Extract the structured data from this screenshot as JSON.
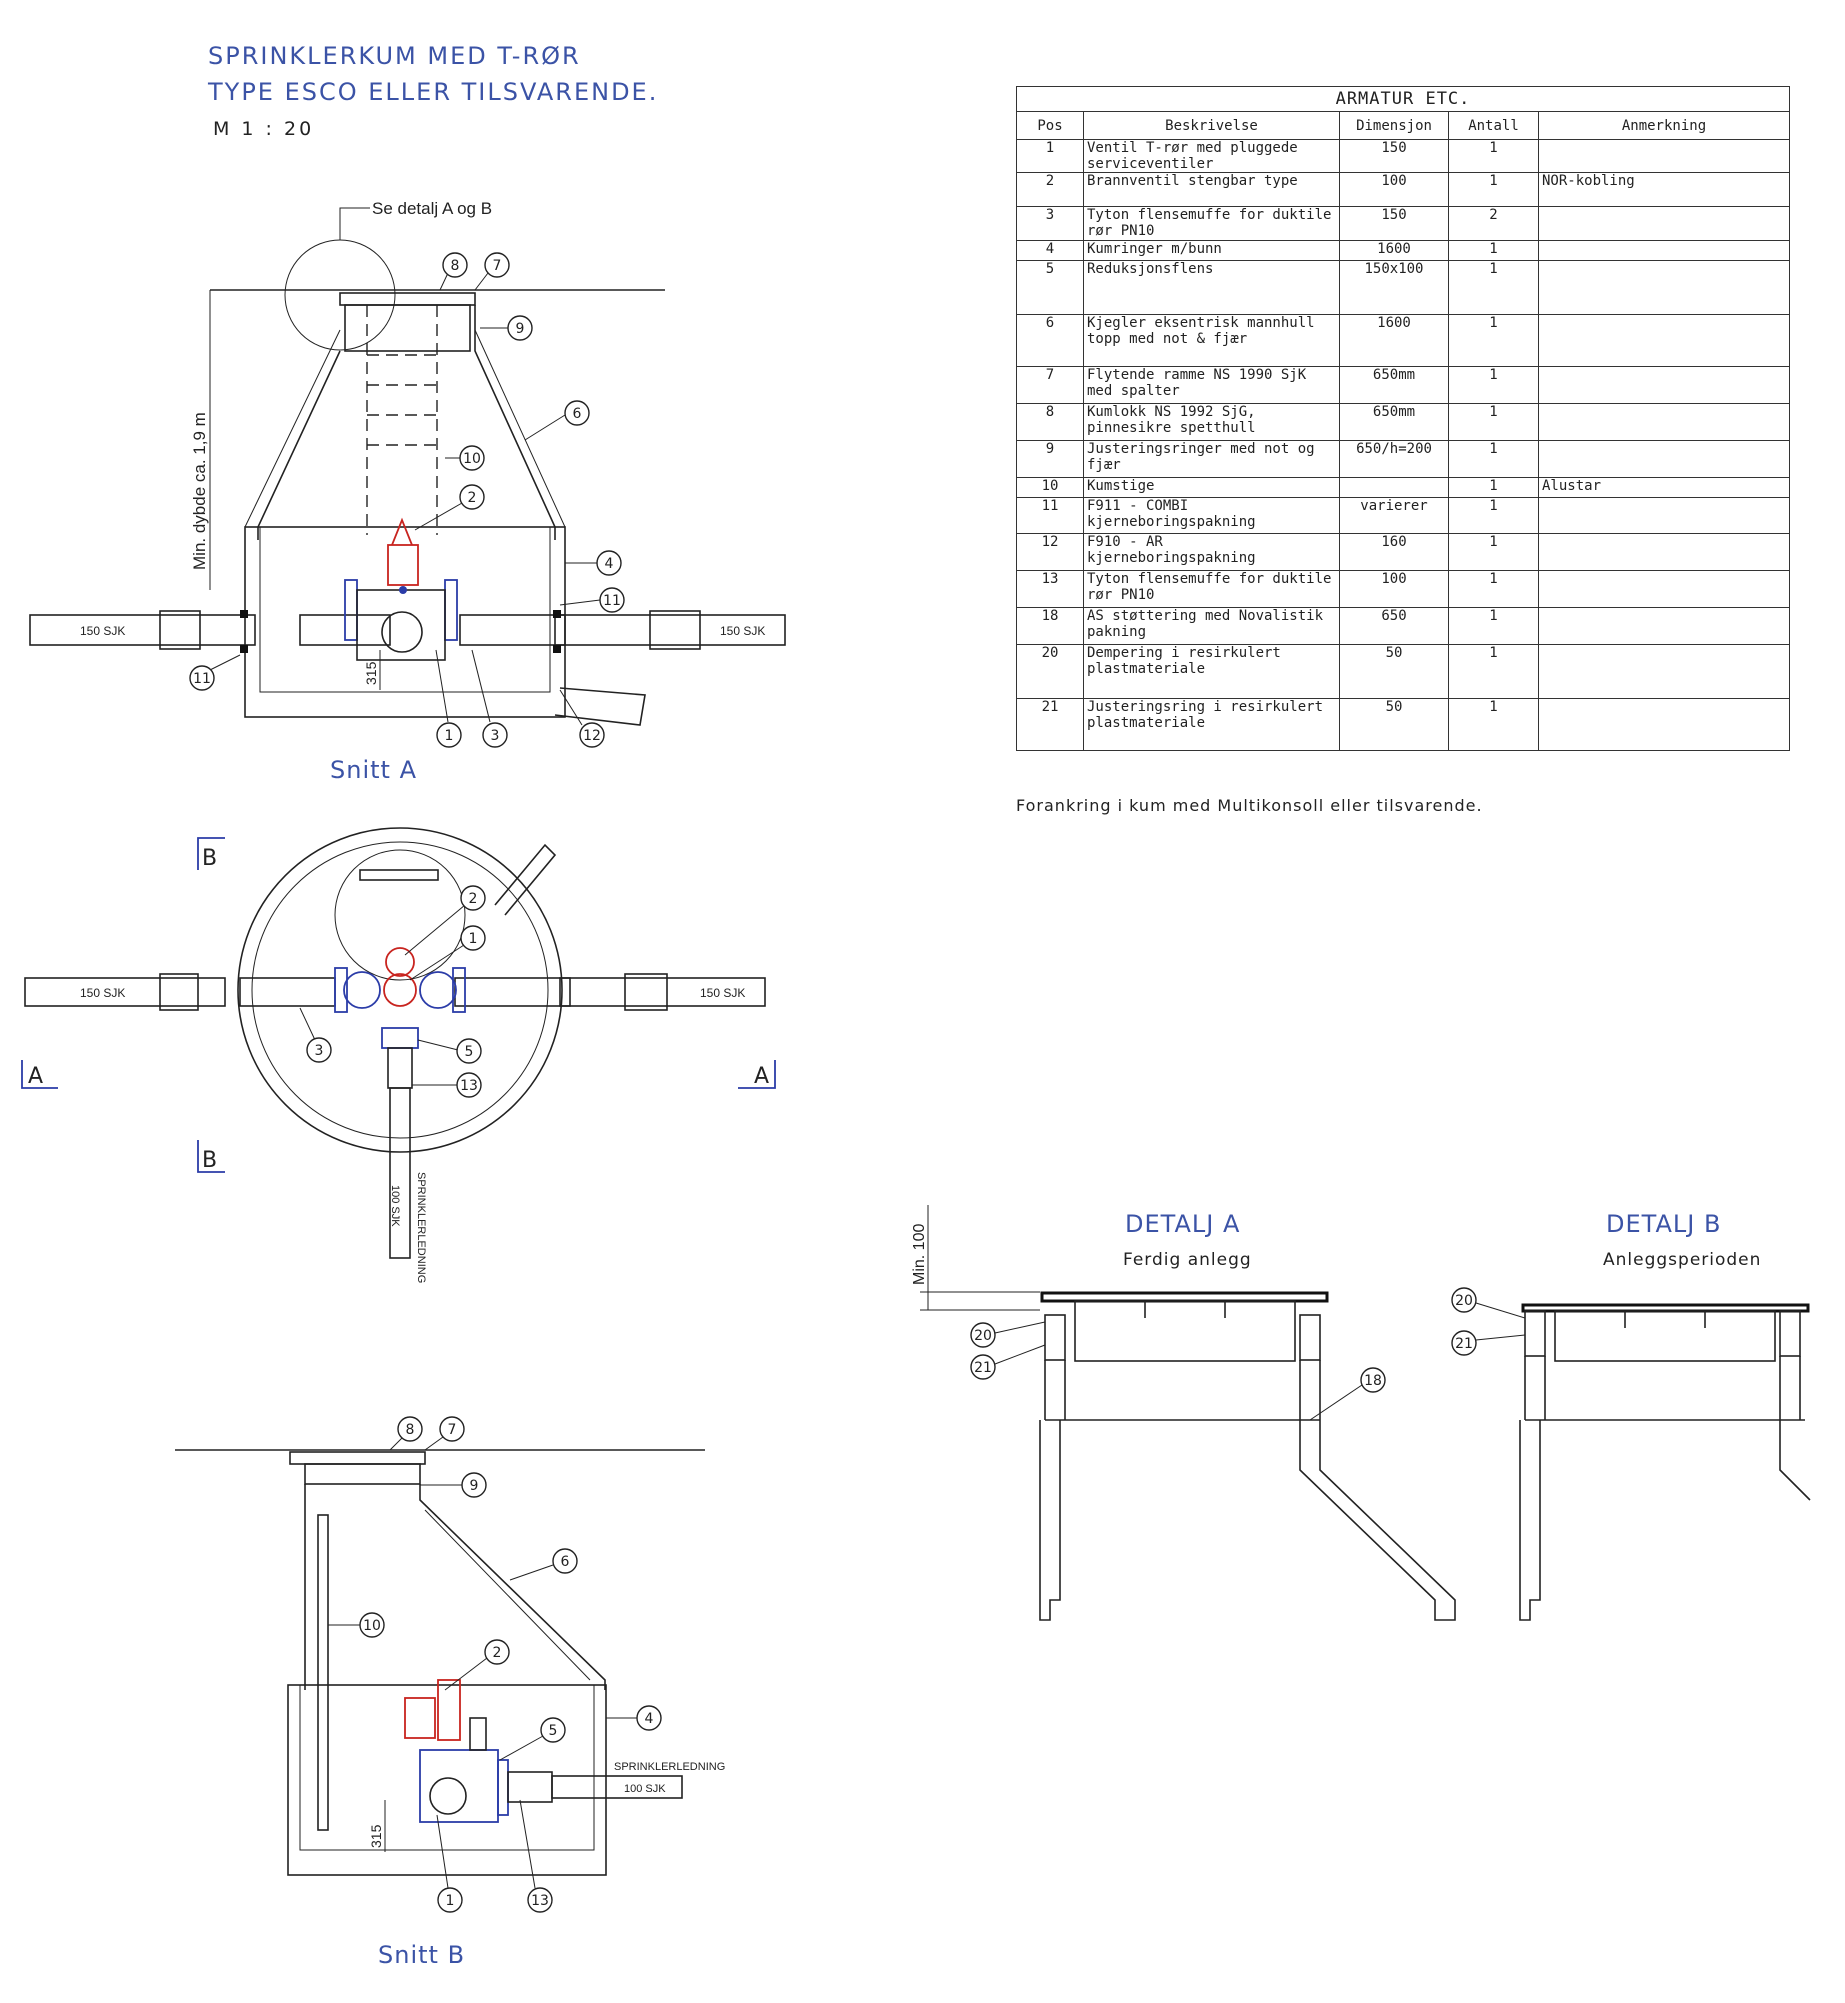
{
  "title": {
    "line1": "SPRINKLERKUM MED T-RØR",
    "line2": "TYPE ESCO ELLER TILSVARENDE.",
    "scale": "M 1 : 20"
  },
  "table": {
    "caption": "ARMATUR ETC.",
    "headers": [
      "Pos",
      "Beskrivelse",
      "Dimensjon",
      "Antall",
      "Anmerkning"
    ],
    "rows": [
      {
        "pos": "1",
        "desc": "Ventil T-rør med pluggede serviceventiler",
        "dim": "150",
        "qty": "1",
        "note": ""
      },
      {
        "pos": "2",
        "desc": "Brannventil stengbar type",
        "dim": "100",
        "qty": "1",
        "note": "NOR-kobling"
      },
      {
        "pos": "3",
        "desc": "Tyton flensemuffe for duktile rør PN10",
        "dim": "150",
        "qty": "2",
        "note": ""
      },
      {
        "pos": "4",
        "desc": "Kumringer m/bunn",
        "dim": "1600",
        "qty": "1",
        "note": ""
      },
      {
        "pos": "5",
        "desc": "Reduksjonsflens",
        "dim": "150x100",
        "qty": "1",
        "note": ""
      },
      {
        "pos": "6",
        "desc": "Kjegler eksentrisk mannhull topp med not & fjær",
        "dim": "1600",
        "qty": "1",
        "note": ""
      },
      {
        "pos": "7",
        "desc": "Flytende ramme NS 1990 SjK med spalter",
        "dim": "650mm",
        "qty": "1",
        "note": ""
      },
      {
        "pos": "8",
        "desc": "Kumlokk NS 1992 SjG, pinnesikre spetthull",
        "dim": "650mm",
        "qty": "1",
        "note": ""
      },
      {
        "pos": "9",
        "desc": "Justeringsringer med not og fjær",
        "dim": "650/h=200",
        "qty": "1",
        "note": ""
      },
      {
        "pos": "10",
        "desc": "Kumstige",
        "dim": "",
        "qty": "1",
        "note": "Alustar"
      },
      {
        "pos": "11",
        "desc": "F911 - COMBI kjerneboringspakning",
        "dim": "varierer",
        "qty": "1",
        "note": ""
      },
      {
        "pos": "12",
        "desc": "F910 - AR kjerneboringspakning",
        "dim": "160",
        "qty": "1",
        "note": ""
      },
      {
        "pos": "13",
        "desc": "Tyton flensemuffe for duktile rør PN10",
        "dim": "100",
        "qty": "1",
        "note": ""
      },
      {
        "pos": "18",
        "desc": "AS støttering med Novalistik pakning",
        "dim": "650",
        "qty": "1",
        "note": ""
      },
      {
        "pos": "20",
        "desc": "Dempering i resirkulert plastmateriale",
        "dim": "50",
        "qty": "1",
        "note": ""
      },
      {
        "pos": "21",
        "desc": "Justeringsring i resirkulert plastmateriale",
        "dim": "50",
        "qty": "1",
        "note": ""
      }
    ]
  },
  "note": "Forankring i kum med Multikonsoll eller tilsvarende.",
  "section_a": {
    "label": "Snitt A",
    "detail_ref": "Se detalj A og B",
    "depth_label": "Min. dybde ca. 1,9 m",
    "pipe_left": "150 SJK",
    "pipe_right": "150 SJK",
    "dim_315": "315",
    "callouts": [
      "8",
      "7",
      "9",
      "6",
      "10",
      "2",
      "4",
      "11",
      "11",
      "12",
      "1",
      "3"
    ]
  },
  "plan": {
    "pipe_left": "150 SJK",
    "pipe_right": "150 SJK",
    "sprinkler_pipe": "100 SJK",
    "sprinkler_label": "SPRINKLERLEDNING",
    "marker_a": "A",
    "marker_b": "B",
    "callouts": [
      "2",
      "1",
      "3",
      "5",
      "13"
    ]
  },
  "section_b": {
    "label": "Snitt B",
    "dim_315": "315",
    "sprinkler_label": "SPRINKLERLEDNING",
    "sprinkler_pipe": "100 SJK",
    "callouts": [
      "8",
      "7",
      "9",
      "6",
      "10",
      "2",
      "5",
      "4",
      "1",
      "13"
    ]
  },
  "detail_a": {
    "title": "DETALJ A",
    "subtitle": "Ferdig anlegg",
    "min_label": "Min. 100",
    "callouts": [
      "20",
      "21",
      "18"
    ]
  },
  "detail_b": {
    "title": "DETALJ B",
    "subtitle": "Anleggsperioden",
    "callouts": [
      "20",
      "21"
    ]
  },
  "colors": {
    "title_blue": "#3b53a6",
    "valve_red": "#c8241f",
    "flange_blue": "#2b3ca8",
    "line": "#222222"
  }
}
